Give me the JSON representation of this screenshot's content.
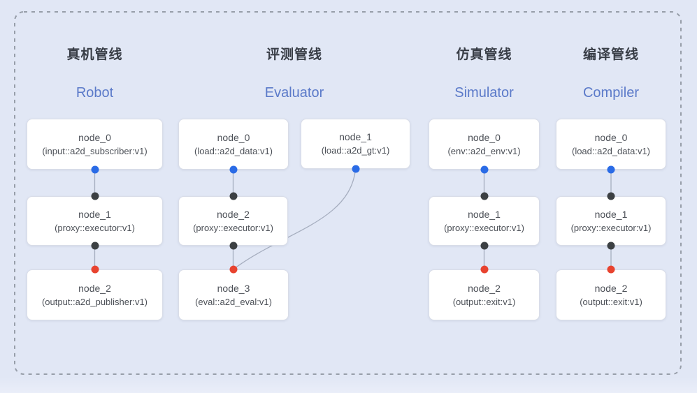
{
  "colors": {
    "canvas-bg": "#e1e7f5",
    "frame-dash": "#979ea9",
    "node-bg": "#ffffff",
    "node-border": "#d9dde8",
    "edge": "#a6aebf",
    "port-input": "#2a6be6",
    "port-internal": "#3c4043",
    "port-output": "#e8432f",
    "title-zh": "#383d46",
    "title-en": "#5b7ac9",
    "node-text": "#4c5057"
  },
  "pipelines": [
    {
      "title_zh": "真机管线",
      "title_en": "Robot",
      "nodes": [
        {
          "name": "node_0",
          "type": "(input::a2d_subscriber:v1)"
        },
        {
          "name": "node_1",
          "type": "(proxy::executor:v1)"
        },
        {
          "name": "node_2",
          "type": "(output::a2d_publisher:v1)"
        }
      ]
    },
    {
      "title_zh": "评测管线",
      "title_en": "Evaluator",
      "nodes": [
        {
          "name": "node_0",
          "type": "(load::a2d_data:v1)"
        },
        {
          "name": "node_1",
          "type": "(load::a2d_gt:v1)"
        },
        {
          "name": "node_2",
          "type": "(proxy::executor:v1)"
        },
        {
          "name": "node_3",
          "type": "(eval::a2d_eval:v1)"
        }
      ]
    },
    {
      "title_zh": "仿真管线",
      "title_en": "Simulator",
      "nodes": [
        {
          "name": "node_0",
          "type": "(env::a2d_env:v1)"
        },
        {
          "name": "node_1",
          "type": "(proxy::executor:v1)"
        },
        {
          "name": "node_2",
          "type": "(output::exit:v1)"
        }
      ]
    },
    {
      "title_zh": "编译管线",
      "title_en": "Compiler",
      "nodes": [
        {
          "name": "node_0",
          "type": "(load::a2d_data:v1)"
        },
        {
          "name": "node_1",
          "type": "(proxy::executor:v1)"
        },
        {
          "name": "node_2",
          "type": "(output::exit:v1)"
        }
      ]
    }
  ]
}
